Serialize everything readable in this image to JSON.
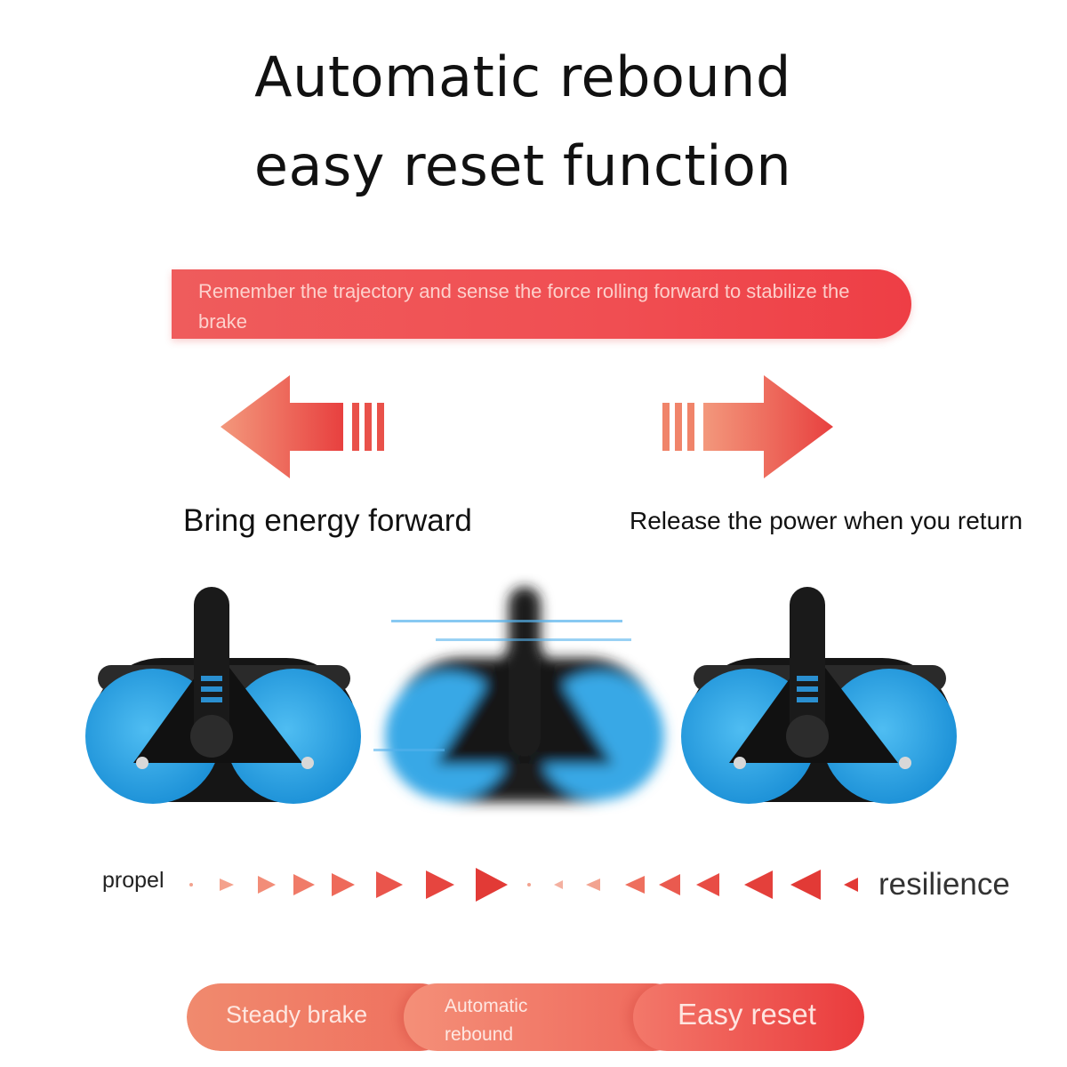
{
  "title": {
    "line1": "Automatic rebound",
    "line2": "easy reset function"
  },
  "banner": {
    "text": "Remember the trajectory and sense the force rolling forward to stabilize the brake"
  },
  "captions": {
    "left": "Bring energy forward",
    "right": "Release the power when you return"
  },
  "motion_row": {
    "left_label": "propel",
    "right_label": "resilience"
  },
  "features": [
    {
      "label": "Steady brake"
    },
    {
      "label": "Automatic rebound"
    },
    {
      "label": "Easy reset"
    }
  ],
  "colors": {
    "accent_red": "#ee4a4a",
    "wheel_blue": "#2a9ee0",
    "wheel_black": "#151515"
  }
}
